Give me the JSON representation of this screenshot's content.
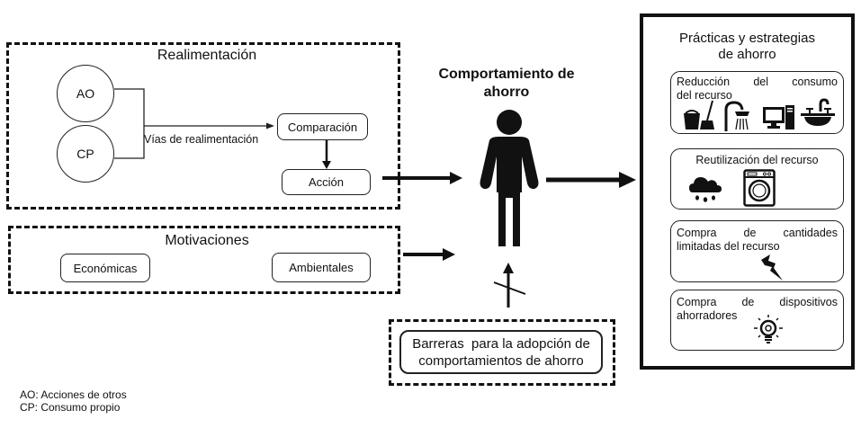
{
  "feedback": {
    "title": "Realimentación",
    "nodes": {
      "ao": "AO",
      "cp": "CP"
    },
    "path_label": "Vías de realimentación",
    "comparison": "Comparación",
    "action": "Acción"
  },
  "motivations": {
    "title": "Motivaciones",
    "items": [
      "Económicas",
      "Ambientales"
    ]
  },
  "center": {
    "title_line1": "Comportamiento de",
    "title_line2": "ahorro"
  },
  "barriers": {
    "line1": "Barreras  para la adopción de",
    "line2": "comportamientos de ahorro"
  },
  "practices": {
    "title_line1": "Prácticas y estrategias",
    "title_line2": "de ahorro",
    "items": [
      {
        "line1": "Reducción del consumo",
        "line2": "del recurso",
        "icons": [
          "bucket-broom-icon",
          "shower-icon",
          "computer-icon",
          "sink-icon"
        ]
      },
      {
        "line1": "Reutilización del recurso",
        "line2": "",
        "icons": [
          "rain-cloud-icon",
          "washing-machine-icon"
        ]
      },
      {
        "line1": "Compra de cantidades",
        "line2": "limitadas del recurso",
        "icons": [
          "lightning-icon"
        ]
      },
      {
        "line1": "Compra de dispositivos",
        "line2": "ahorradores",
        "icons": [
          "light-bulb-icon"
        ]
      }
    ]
  },
  "legend": [
    "AO: Acciones de otros",
    "CP: Consumo propio"
  ]
}
